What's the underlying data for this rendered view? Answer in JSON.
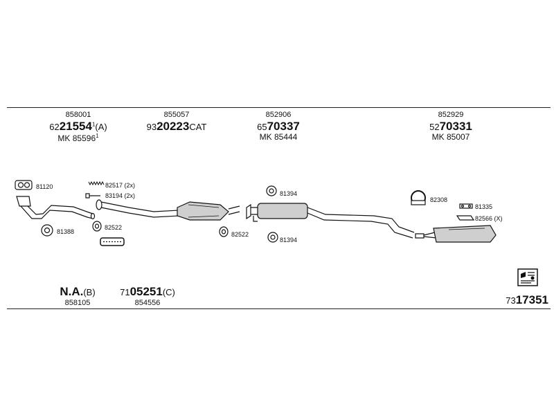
{
  "header": {
    "groups": [
      {
        "code": "858001",
        "prefix": "62",
        "main": "21554",
        "sup": "1",
        "suffix": "(A)",
        "mk_prefix": "MK ",
        "mk": "85596",
        "mk_sup": "1"
      },
      {
        "code": "855057",
        "prefix": "93",
        "main": "20223",
        "sup": "",
        "suffix": "CAT",
        "mk_prefix": "",
        "mk": "",
        "mk_sup": ""
      },
      {
        "code": "852906",
        "prefix": "65",
        "main": "70337",
        "sup": "",
        "suffix": "",
        "mk_prefix": "MK ",
        "mk": "85444",
        "mk_sup": ""
      },
      {
        "code": "852929",
        "prefix": "52",
        "main": "70331",
        "sup": "",
        "suffix": "",
        "mk_prefix": "MK ",
        "mk": "85007",
        "mk_sup": ""
      }
    ]
  },
  "parts": {
    "labels": {
      "p81120": "81120",
      "p81388": "81388",
      "p82517": "82517 (2x)",
      "p83194": "83194 (2x)",
      "p82522a": "82522",
      "p81394a": "81394",
      "p82522b": "82522",
      "p81394b": "81394",
      "p82308": "82308",
      "p81335": "81335",
      "p82566": "82566 (X)"
    }
  },
  "footer": {
    "na": {
      "main": "N.A.",
      "suffix": "(B)",
      "code": "858105"
    },
    "second": {
      "prefix": "71",
      "main": "05251",
      "suffix": "(C)",
      "code": "854556"
    },
    "corner": {
      "prefix": "73",
      "main": "17351"
    }
  },
  "colors": {
    "ink": "#111111",
    "rule": "#222222",
    "shade": "#bdbdbd"
  },
  "icons": {
    "corner": "manual-book-icon"
  }
}
